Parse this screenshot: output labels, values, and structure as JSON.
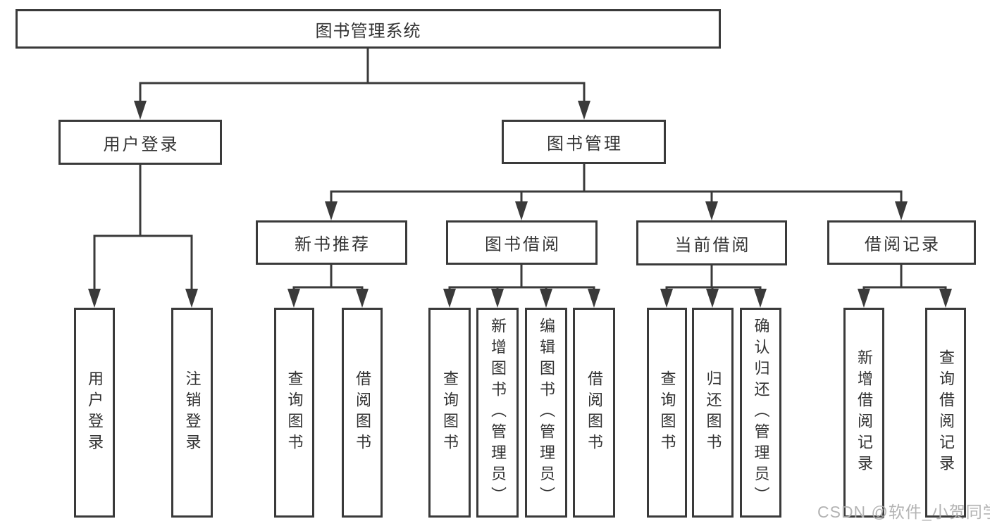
{
  "diagram": {
    "title": "图书管理系统",
    "level2": [
      {
        "label": "用户登录"
      },
      {
        "label": "图书管理"
      }
    ],
    "level3": [
      {
        "label": "新书推荐",
        "parent": "图书管理"
      },
      {
        "label": "图书借阅",
        "parent": "图书管理"
      },
      {
        "label": "当前借阅",
        "parent": "图书管理"
      },
      {
        "label": "借阅记录",
        "parent": "图书管理"
      }
    ],
    "leaves": [
      {
        "label": "用户登录",
        "parent": "用户登录"
      },
      {
        "label": "注销登录",
        "parent": "用户登录"
      },
      {
        "label": "查询图书",
        "parent": "新书推荐"
      },
      {
        "label": "借阅图书",
        "parent": "新书推荐"
      },
      {
        "label": "查询图书",
        "parent": "图书借阅"
      },
      {
        "label": "新增图书（管理员）",
        "parent": "图书借阅"
      },
      {
        "label": "编辑图书（管理员）",
        "parent": "图书借阅"
      },
      {
        "label": "借阅图书",
        "parent": "图书借阅"
      },
      {
        "label": "查询图书",
        "parent": "当前借阅"
      },
      {
        "label": "归还图书",
        "parent": "当前借阅"
      },
      {
        "label": "确认归还（管理员）",
        "parent": "当前借阅"
      },
      {
        "label": "新增借阅记录",
        "parent": "借阅记录"
      },
      {
        "label": "查询借阅记录",
        "parent": "借阅记录"
      }
    ],
    "watermark": "CSDN @软件_小贺同学",
    "colors": {
      "line": "#3a3a3a",
      "text": "#333333",
      "box_background": "#ffffff",
      "watermark": "#afafaf",
      "background": "#ffffff"
    }
  }
}
